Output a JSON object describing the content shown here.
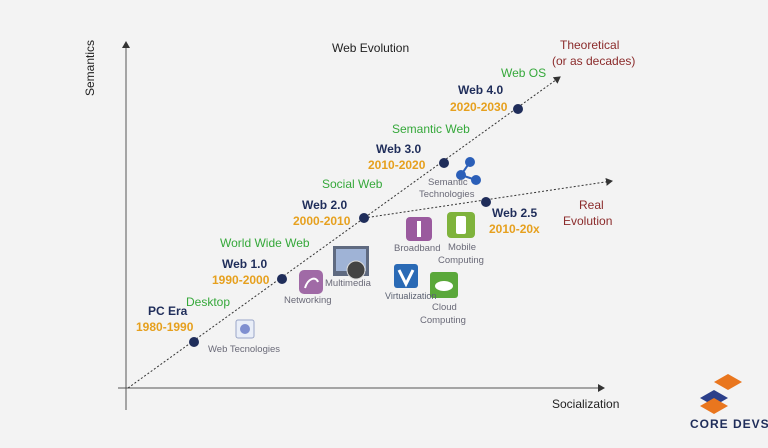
{
  "title": "Web Evolution",
  "axes": {
    "y_label": "Semantics",
    "x_label": "Socialization"
  },
  "theoretical_label": [
    "Theoretical",
    "(or as decades)"
  ],
  "real_label": [
    "Real",
    "Evolution"
  ],
  "eras": [
    {
      "name": "PC Era",
      "years": "1980-1990",
      "stage": "Desktop"
    },
    {
      "name": "Web 1.0",
      "years": "1990-2000",
      "stage": "World Wide Web"
    },
    {
      "name": "Web 2.0",
      "years": "2000-2010",
      "stage": "Social Web"
    },
    {
      "name": "Web 3.0",
      "years": "2010-2020",
      "stage": "Semantic Web"
    },
    {
      "name": "Web 4.0",
      "years": "2020-2030",
      "stage": "Web OS"
    },
    {
      "name": "Web 2.5",
      "years": "2010-20x"
    }
  ],
  "technologies": {
    "web": "Web Tecnologies",
    "networking": "Networking",
    "multimedia": "Multimedia",
    "semantic": [
      "Semantic",
      "Technologies"
    ],
    "broadband": "Broadband",
    "mobile": [
      "Mobile",
      "Computing"
    ],
    "virtualization": "Virtualization",
    "cloud": [
      "Cloud",
      "Computing"
    ]
  },
  "brand": "CORE DEVS",
  "colors": {
    "era": "#1f2d5a",
    "years": "#e6a01e",
    "stage": "#35a83a",
    "evolution": "#8b2b2b"
  }
}
